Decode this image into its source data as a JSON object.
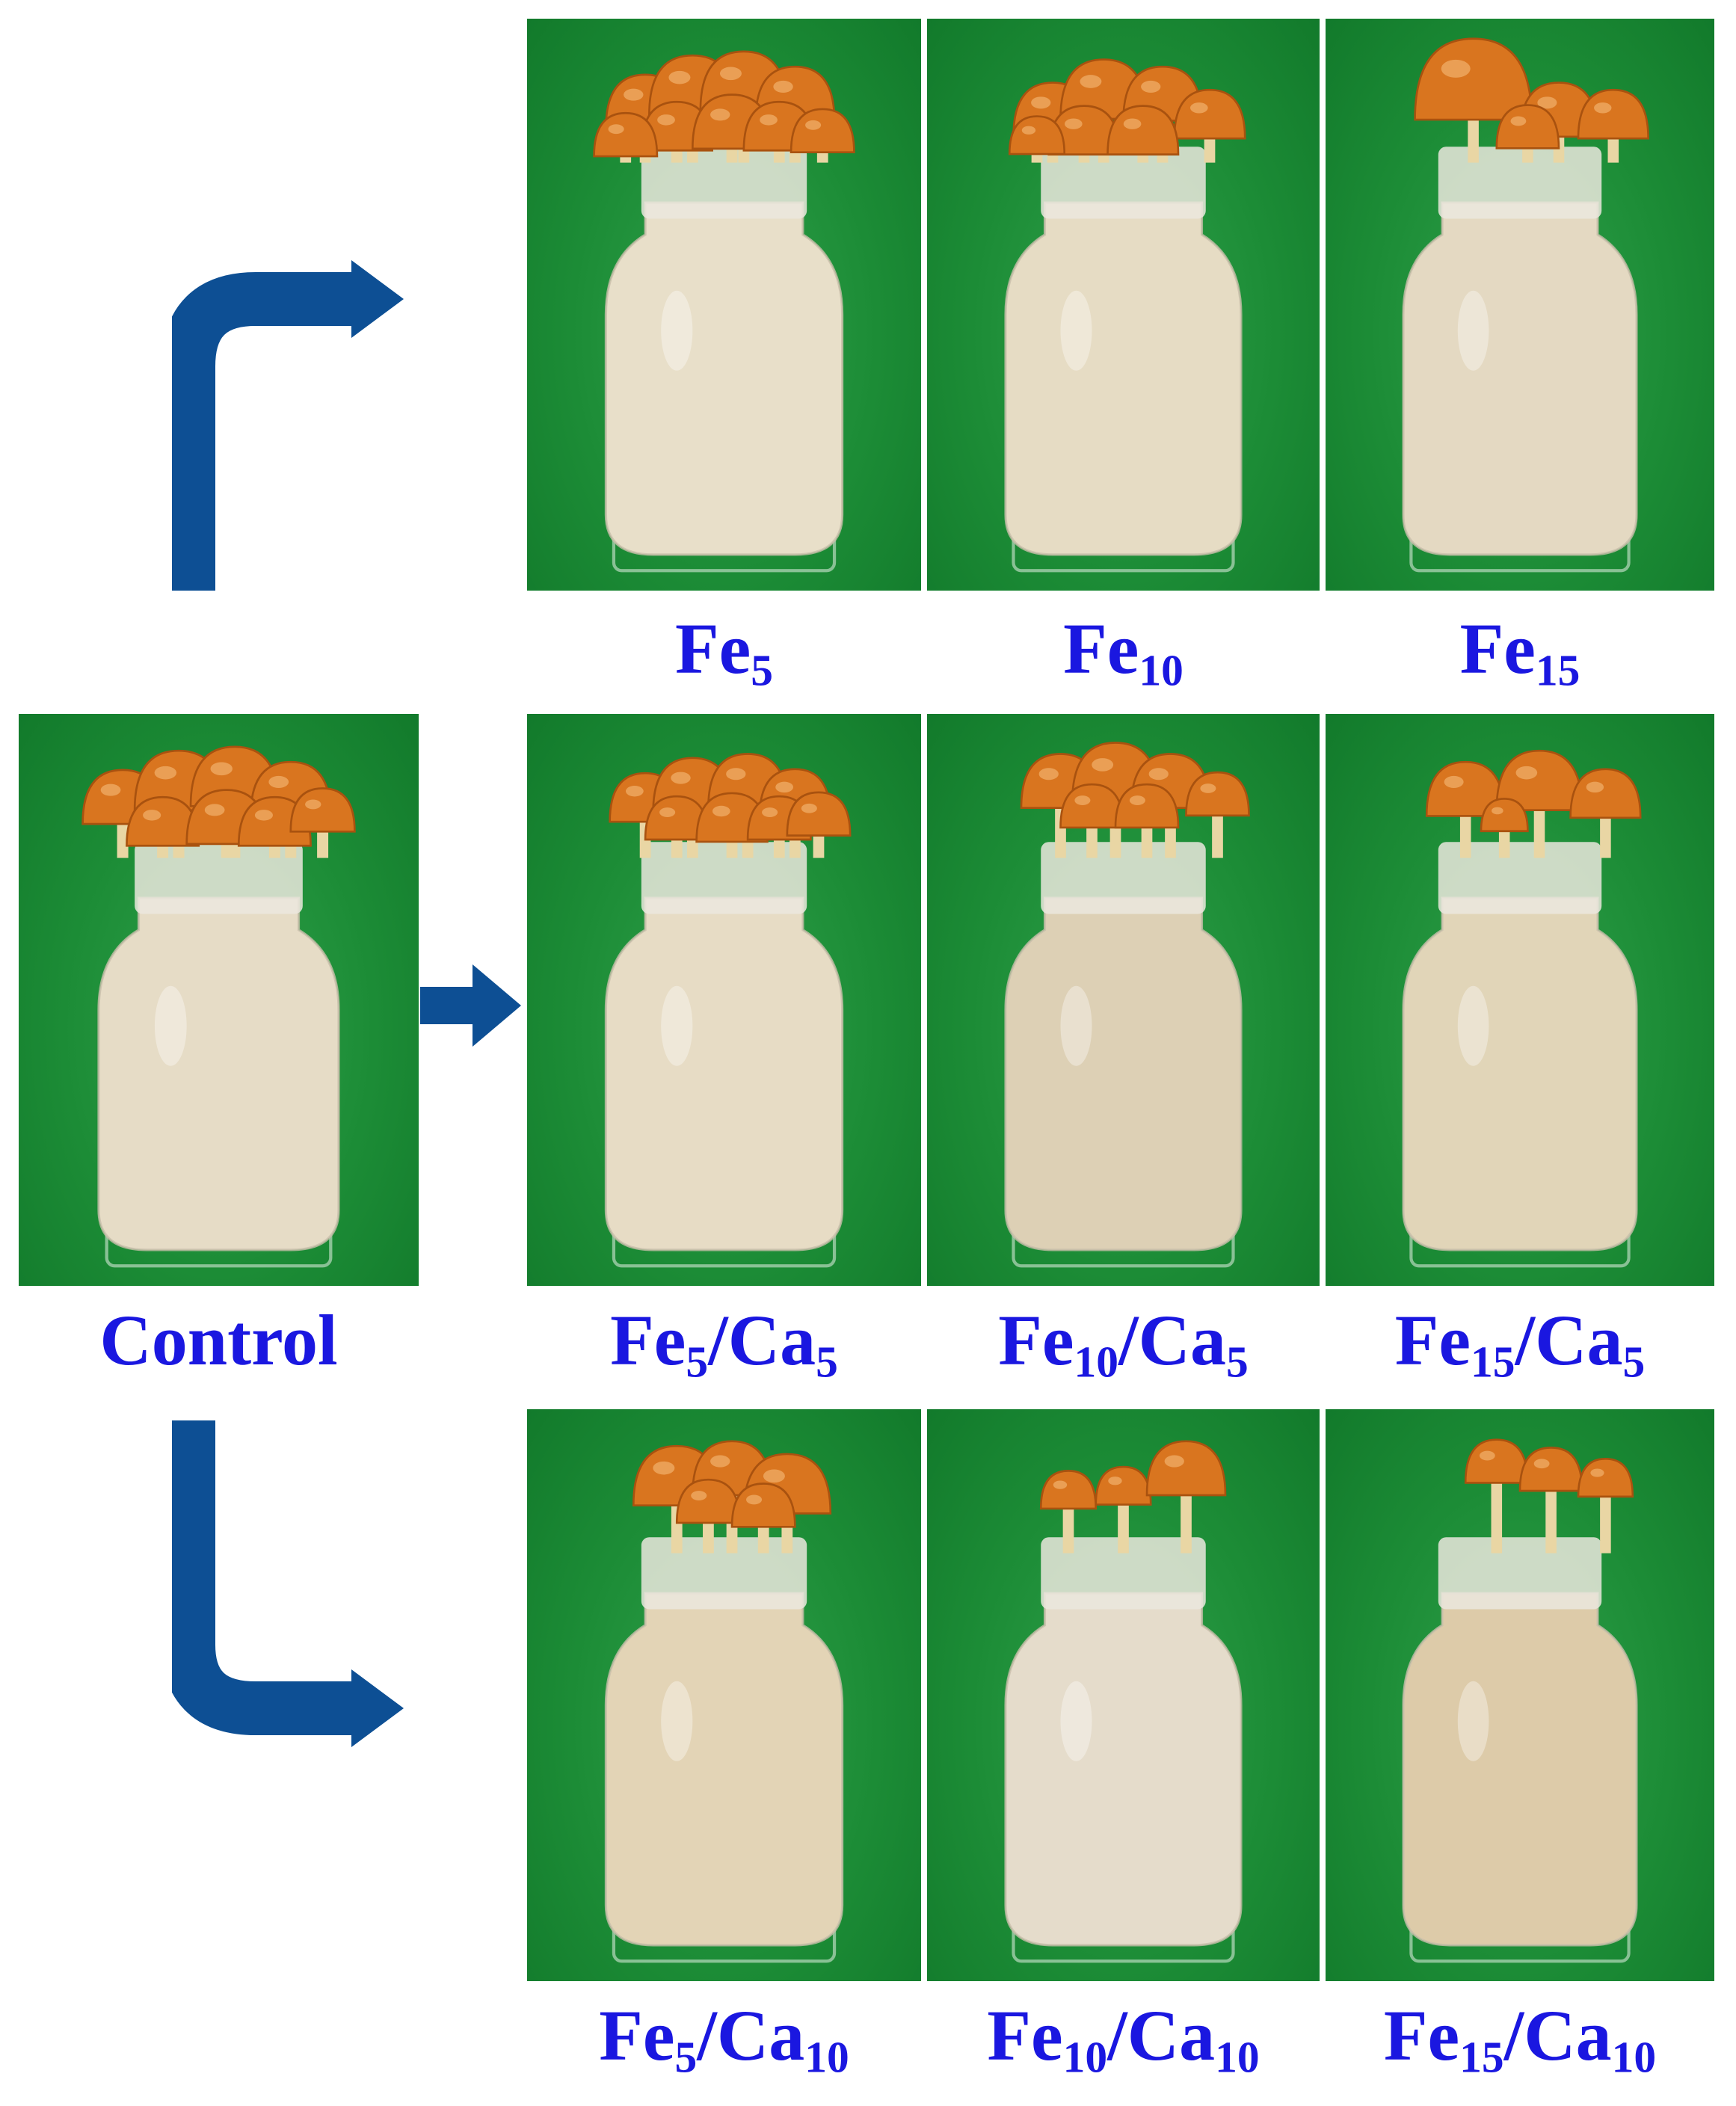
{
  "control_label": "Control",
  "rows": [
    {
      "cells": [
        {
          "base": "Fe",
          "sub1": "5",
          "sep": "",
          "base2": "",
          "sub2": ""
        },
        {
          "base": "Fe",
          "sub1": "10",
          "sep": "",
          "base2": "",
          "sub2": ""
        },
        {
          "base": "Fe",
          "sub1": "15",
          "sep": "",
          "base2": "",
          "sub2": ""
        }
      ]
    },
    {
      "cells": [
        {
          "base": "Fe",
          "sub1": "5",
          "sep": "/",
          "base2": "Ca",
          "sub2": "5"
        },
        {
          "base": "Fe",
          "sub1": "10",
          "sep": "/",
          "base2": "Ca",
          "sub2": "5"
        },
        {
          "base": "Fe",
          "sub1": "15",
          "sep": "/",
          "base2": "Ca",
          "sub2": "5"
        }
      ]
    },
    {
      "cells": [
        {
          "base": "Fe",
          "sub1": "5",
          "sep": "/",
          "base2": "Ca",
          "sub2": "10"
        },
        {
          "base": "Fe",
          "sub1": "10",
          "sep": "/",
          "base2": "Ca",
          "sub2": "10"
        },
        {
          "base": "Fe",
          "sub1": "15",
          "sep": "/",
          "base2": "Ca",
          "sub2": "10"
        }
      ]
    }
  ],
  "colors": {
    "label": "#1a17e0",
    "arrow": "#0d4f94",
    "background": "#1c8c36",
    "mushroom_cap": "#d9751f",
    "substrate": "#e6dcc6"
  }
}
